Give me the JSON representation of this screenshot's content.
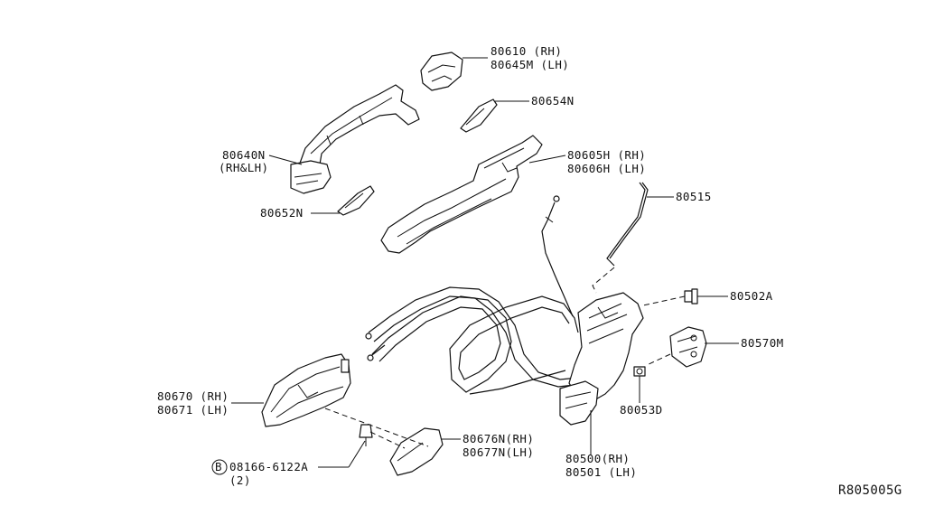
{
  "labels": {
    "p80610": "80610 (RH)",
    "p80645m": "80645M (LH)",
    "p80654n": "80654N",
    "p80640n": "80640N",
    "p80640n_side": "(RH&LH)",
    "p80605h": "80605H (RH)",
    "p80606h": "80606H (LH)",
    "p80515": "80515",
    "p80652n": "80652N",
    "p80502a": "80502A",
    "p80570m": "80570M",
    "p80670": "80670 (RH)",
    "p80671": "80671 (LH)",
    "p80053d": "80053D",
    "p80676n": "80676N(RH)",
    "p80677n": "80677N(LH)",
    "p80500": "80500(RH)",
    "p80501": "80501 (LH)",
    "bolt_ref": "B",
    "p08166": "08166-6122A",
    "p08166_qty": "(2)",
    "diagram_code": "R805005G"
  },
  "colors": {
    "line": "#111111",
    "background": "#ffffff"
  }
}
